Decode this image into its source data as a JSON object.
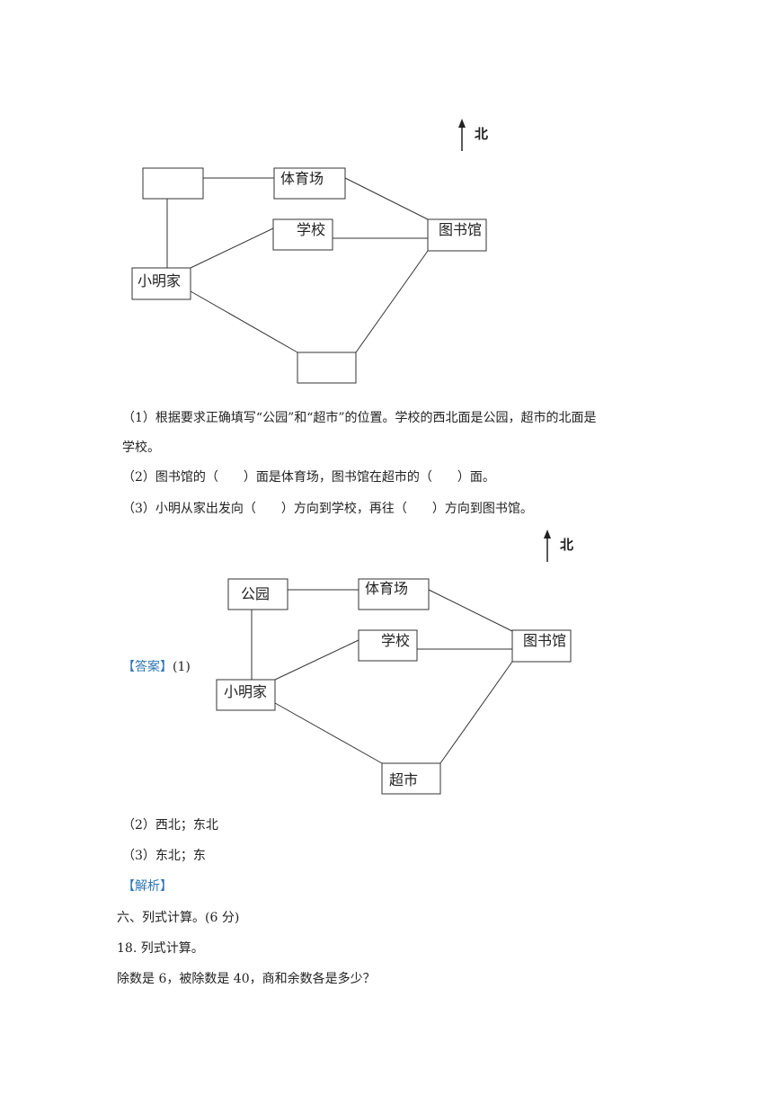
{
  "map1": {
    "north_label": "北",
    "places": {
      "blank_top": "",
      "stadium": "体育场",
      "school": "学校",
      "library": "图书馆",
      "home": "小明家",
      "blank_bottom": ""
    }
  },
  "questions": {
    "q1_line1": "（1）根据要求正确填写“公园”和“超市”的位置。学校的西北面是公园，超市的北面是",
    "q1_line2": "学校。",
    "q2": "（2）图书馆的（　　）面是体育场，图书馆在超市的（　　）面。",
    "q3": "（3）小明从家出发向（　　）方向到学校，再往（　　）方向到图书馆。"
  },
  "answer": {
    "tag": "【答案】",
    "part1_label": "(1)",
    "map2": {
      "north_label": "北",
      "places": {
        "park": "公园",
        "stadium": "体育场",
        "school": "学校",
        "library": "图书馆",
        "home": "小明家",
        "supermarket": "超市"
      }
    },
    "a2": "（2）西北；东北",
    "a3": "（3）东北；东"
  },
  "analysis_tag": "【解析】",
  "section6": {
    "heading": "六、列式计算。(6 分)",
    "q18": "18. 列式计算。",
    "q18_text": "除数是 6，被除数是 40，商和余数各是多少？"
  }
}
